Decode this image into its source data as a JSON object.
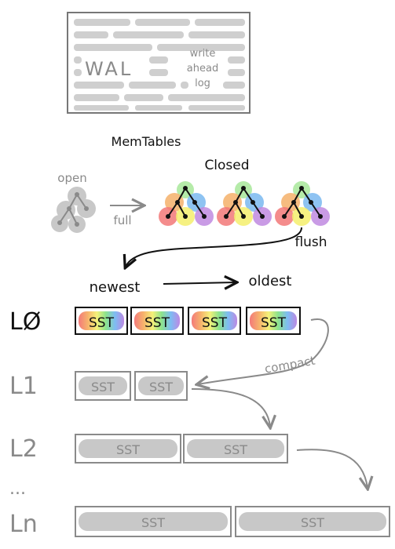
{
  "wal": {
    "label": "WAL",
    "note": [
      "write",
      "ahead",
      "log"
    ]
  },
  "memtables": {
    "title": "MemTables",
    "open_label": "open",
    "closed_label": "Closed",
    "full_label": "full",
    "flush_label": "flush"
  },
  "ordering": {
    "newest": "newest",
    "oldest": "oldest"
  },
  "compact_label": "compact",
  "levels": [
    {
      "label": "LØ",
      "sst_label": "SST"
    },
    {
      "label": "L1",
      "sst_label": "SST"
    },
    {
      "label": "L2",
      "sst_label": "SST"
    },
    {
      "label": "...",
      "sst_label": ""
    },
    {
      "label": "Ln",
      "sst_label": "SST"
    }
  ],
  "colors": {
    "ink": "#111111",
    "gray_ink": "#8a8a8a",
    "wal_bars": "#cfcfcf",
    "rainbow": [
      "#f26b6b",
      "#f5a95c",
      "#f3ef6a",
      "#7fe07f",
      "#6fb5f2",
      "#b57ce0"
    ]
  }
}
